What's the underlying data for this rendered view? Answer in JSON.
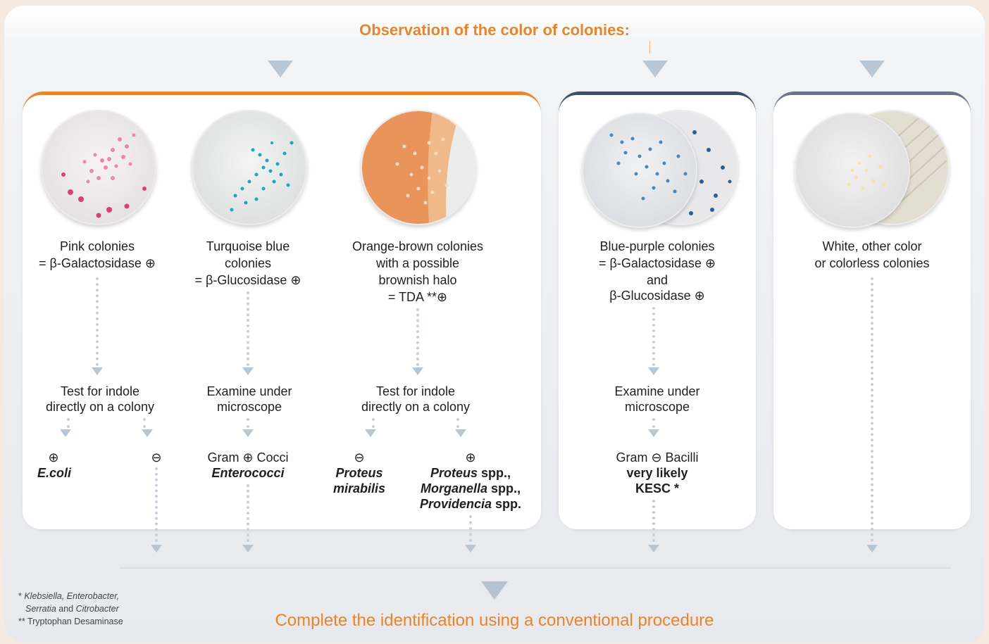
{
  "title": "Observation of the color of colonies:",
  "footer_title": "Complete the identification using a conventional procedure",
  "colors": {
    "accent": "#e8842b",
    "panel_band_orange": "#e8842b",
    "panel_band_navy": "#3f4d66",
    "panel_band_gray": "#6d7487",
    "arrow": "#b8c5d2"
  },
  "columns": [
    {
      "id": "pink",
      "plate": "pink colonies plate",
      "result_lines": [
        "Pink colonies",
        "= β-Galactosidase ⊕"
      ],
      "test_lines": [
        "Test for indole",
        "directly on a colony"
      ],
      "outcome_pos_sign": "⊕",
      "outcome_pos_name": "E.coli",
      "outcome_neg_sign": "⊖"
    },
    {
      "id": "turquoise",
      "plate": "turquoise colonies plate",
      "result_lines": [
        "Turquoise blue",
        "colonies",
        "= β-Glucosidase ⊕"
      ],
      "test_lines": [
        "Examine under",
        "microscope"
      ],
      "outcome_line1": "Gram ⊕ Cocci",
      "outcome_line2": "Enterococci"
    },
    {
      "id": "orange",
      "plate": "orange-brown colonies plate",
      "result_lines": [
        "Orange-brown colonies",
        "with a possible",
        "brownish halo",
        "= TDA **⊕"
      ],
      "test_lines": [
        "Test for indole",
        "directly on a colony"
      ],
      "outcome_neg_sign": "⊖",
      "outcome_neg_lines": [
        "Proteus",
        "mirabilis"
      ],
      "outcome_pos_sign": "⊕",
      "outcome_pos_line1_a": "Proteus",
      "outcome_pos_line1_b": " spp.,",
      "outcome_pos_line2_a": "Morganella",
      "outcome_pos_line2_b": " spp.,",
      "outcome_pos_line3_a": "Providencia",
      "outcome_pos_line3_b": " spp."
    },
    {
      "id": "bluepurple",
      "plate": "blue-purple colonies plate",
      "result_lines": [
        "Blue-purple colonies",
        "= β-Galactosidase ⊕",
        "and",
        "β-Glucosidase ⊕"
      ],
      "test_lines": [
        "Examine under",
        "microscope"
      ],
      "outcome_line1": "Gram ⊖ Bacilli",
      "outcome_line2": "very likely",
      "outcome_line3": "KESC *"
    },
    {
      "id": "white",
      "plate": "white colonies plate",
      "result_lines": [
        "White, other color",
        "or colorless colonies"
      ]
    }
  ],
  "footnotes": {
    "f1_star": "* ",
    "f1_a": "Klebsiella, Enterobacter,",
    "f1_b": "Serratia",
    "f1_c": " and ",
    "f1_d": "Citrobacter",
    "f2": "** Tryptophan Desaminase"
  }
}
